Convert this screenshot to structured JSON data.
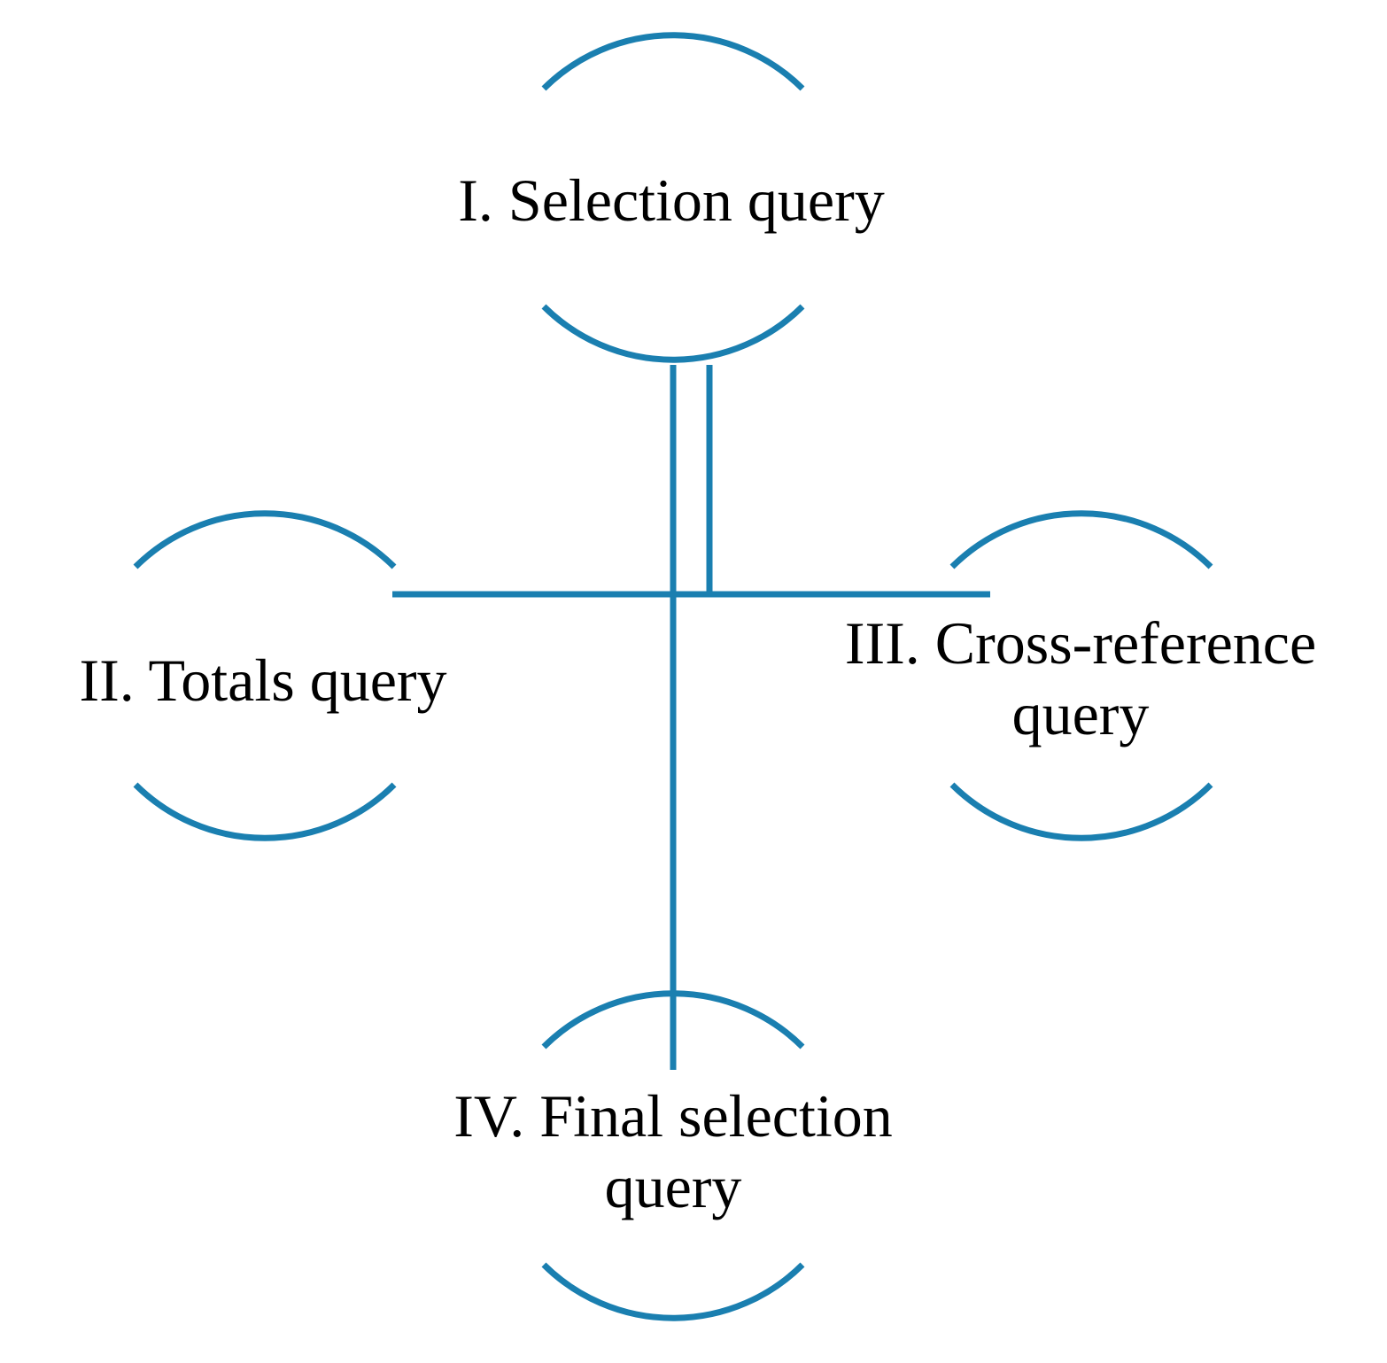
{
  "diagram": {
    "stroke_color": "#1a7fb0",
    "text_color": "#000000",
    "nodes": [
      {
        "id": "selection",
        "lines": [
          "I. Selection query"
        ]
      },
      {
        "id": "totals",
        "lines": [
          "II. Totals query"
        ]
      },
      {
        "id": "cross-reference",
        "lines": [
          "III. Cross-reference",
          "query"
        ]
      },
      {
        "id": "final-selection",
        "lines": [
          "IV. Final selection",
          "query"
        ]
      }
    ]
  }
}
